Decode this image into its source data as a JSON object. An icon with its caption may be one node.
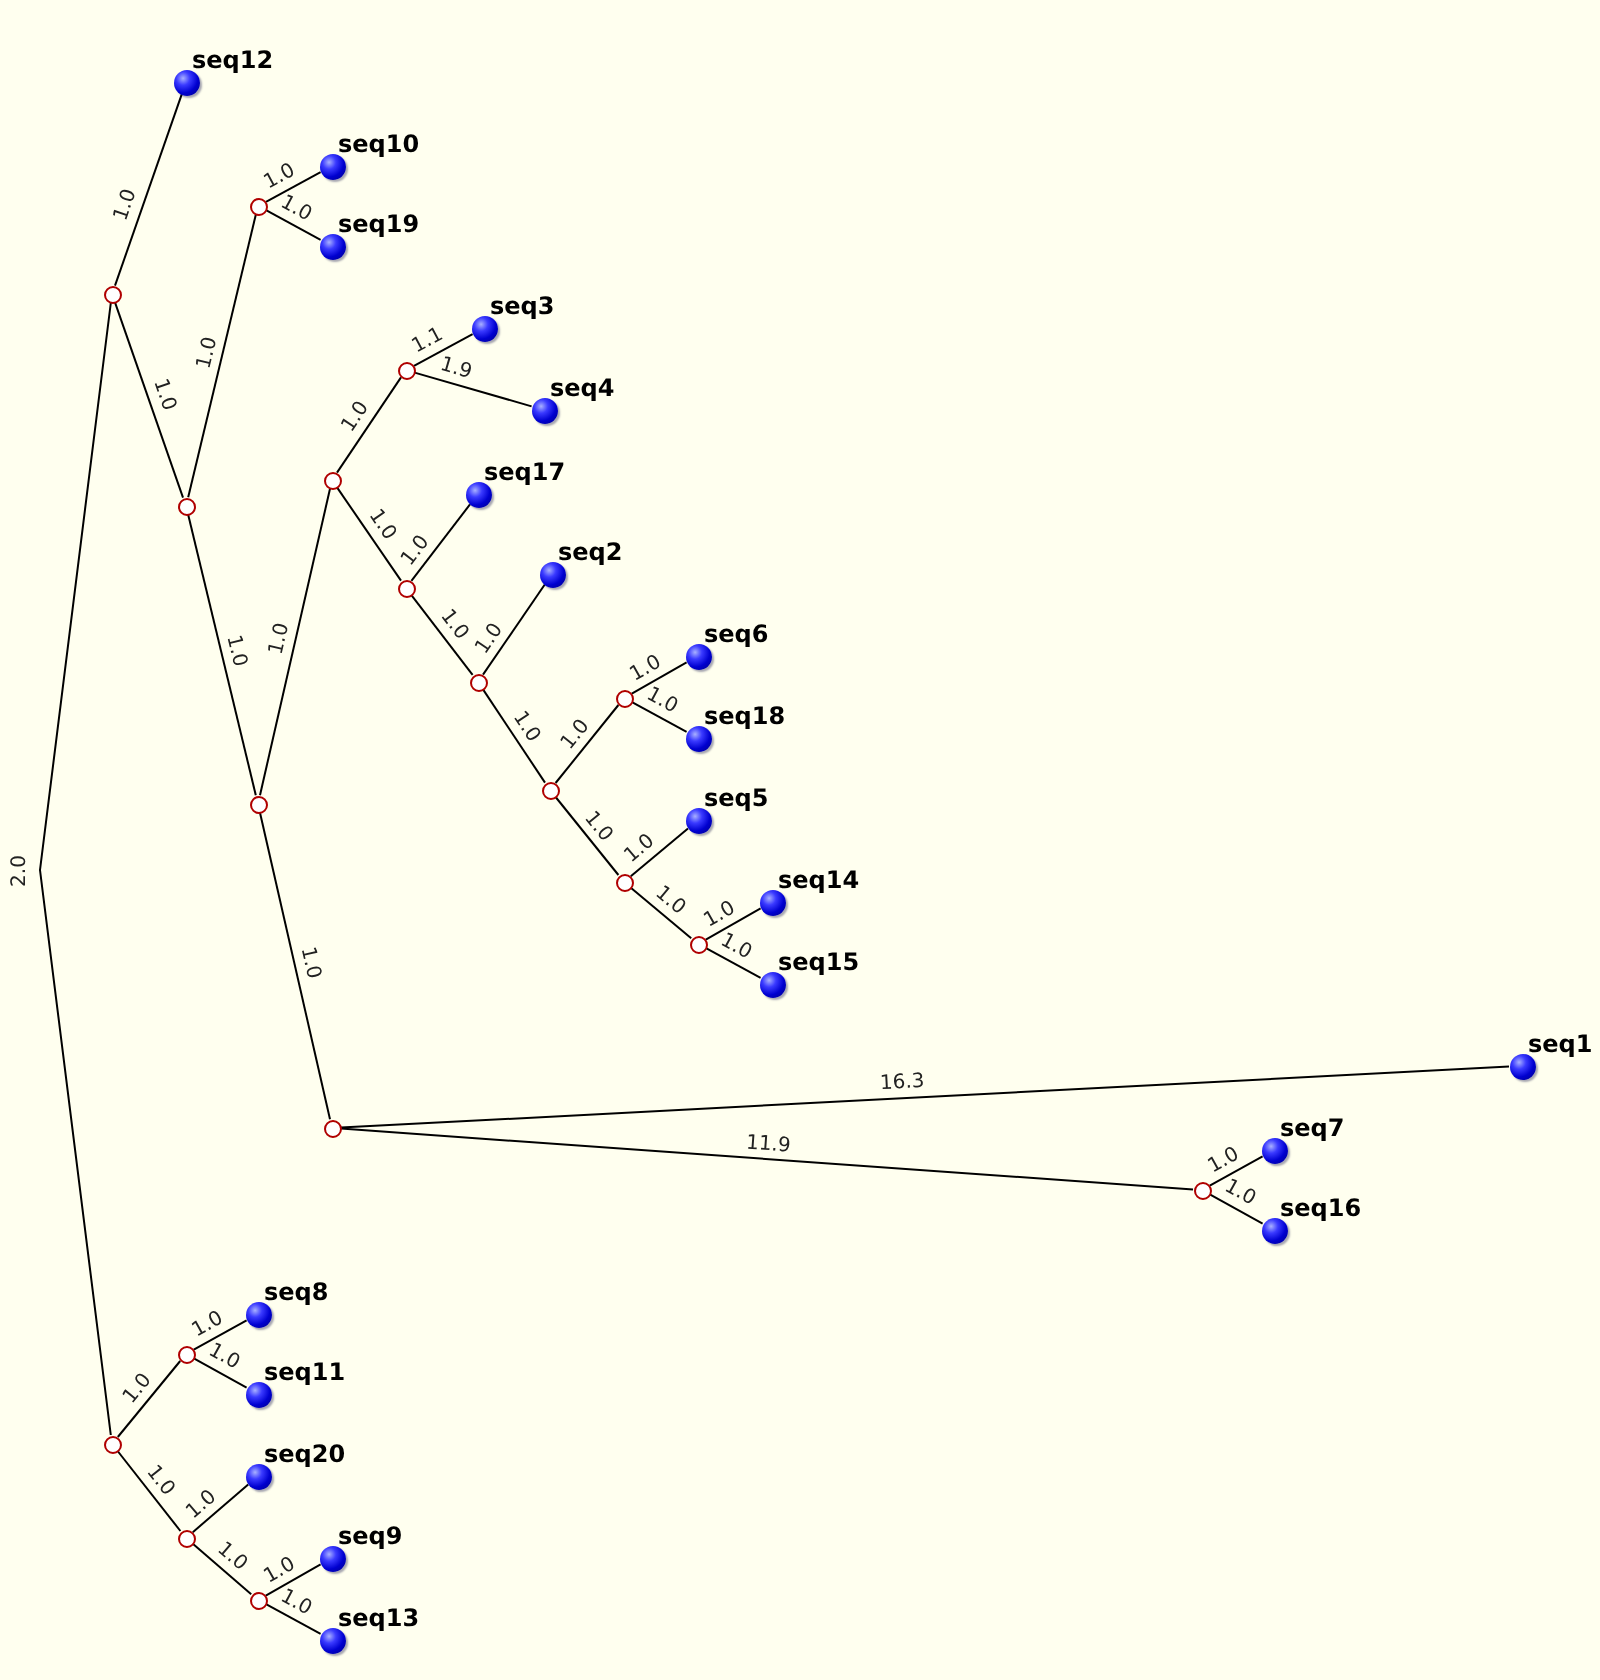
{
  "diagram": {
    "nodes": [
      {
        "text": [],
        "shape": "circle"
      },
      {
        "text": [],
        "shape": "dot",
        "beside": [
          "seq12"
        ]
      },
      {
        "text": [],
        "shape": "circle"
      },
      {
        "text": [],
        "shape": "circle"
      },
      {
        "text": [],
        "shape": "dot",
        "beside": [
          "seq10"
        ]
      },
      {
        "text": [],
        "shape": "dot",
        "beside": [
          "seq19"
        ]
      },
      {
        "text": [],
        "shape": "circle"
      },
      {
        "text": [],
        "shape": "circle"
      },
      {
        "text": [],
        "shape": "circle"
      },
      {
        "text": [],
        "shape": "dot",
        "beside": [
          "seq3"
        ]
      },
      {
        "text": [],
        "shape": "dot",
        "beside": [
          "seq4"
        ]
      },
      {
        "text": [],
        "shape": "circle"
      },
      {
        "text": [],
        "shape": "dot",
        "beside": [
          "seq17"
        ]
      },
      {
        "text": [],
        "shape": "circle"
      },
      {
        "text": [],
        "shape": "dot",
        "beside": [
          "seq2"
        ]
      },
      {
        "text": [],
        "shape": "circle"
      },
      {
        "text": [],
        "shape": "circle"
      },
      {
        "text": [],
        "shape": "dot",
        "beside": [
          "seq6"
        ]
      },
      {
        "text": [],
        "shape": "dot",
        "beside": [
          "seq18"
        ]
      },
      {
        "text": [],
        "shape": "circle"
      },
      {
        "text": [],
        "shape": "dot",
        "beside": [
          "seq5"
        ]
      },
      {
        "text": [],
        "shape": "circle"
      },
      {
        "text": [],
        "shape": "dot",
        "beside": [
          "seq14"
        ]
      },
      {
        "text": [],
        "shape": "dot",
        "beside": [
          "seq15"
        ]
      },
      {
        "text": [],
        "shape": "circle"
      },
      {
        "text": [],
        "shape": "dot",
        "beside": [
          "seq1"
        ]
      },
      {
        "text": [],
        "shape": "circle"
      },
      {
        "text": [],
        "shape": "dot",
        "beside": [
          "seq7"
        ]
      },
      {
        "text": [],
        "shape": "dot",
        "beside": [
          "seq16"
        ]
      },
      {
        "text": [],
        "shape": "circle"
      },
      {
        "text": [],
        "shape": "circle"
      },
      {
        "text": [],
        "shape": "dot",
        "beside": [
          "seq8"
        ]
      },
      {
        "text": [],
        "shape": "dot",
        "beside": [
          "seq11"
        ]
      },
      {
        "text": [],
        "shape": "circle"
      },
      {
        "text": [],
        "shape": "dot",
        "beside": [
          "seq20"
        ]
      },
      {
        "text": [],
        "shape": "circle"
      },
      {
        "text": [],
        "shape": "dot",
        "beside": [
          "seq9"
        ]
      },
      {
        "text": [],
        "shape": "dot",
        "beside": [
          "seq13"
        ]
      }
    ],
    "edges": [
      {
        "from": 0,
        "to": 1,
        "arrow": "none",
        "label": "1.0"
      },
      {
        "from": 0,
        "to": 2,
        "arrow": "none",
        "label": "1.0"
      },
      {
        "from": 2,
        "to": 3,
        "arrow": "none",
        "label": "1.0"
      },
      {
        "from": 3,
        "to": 4,
        "arrow": "none",
        "label": "1.0"
      },
      {
        "from": 3,
        "to": 5,
        "arrow": "none",
        "label": "1.0"
      },
      {
        "from": 2,
        "to": 6,
        "arrow": "none",
        "label": "1.0"
      },
      {
        "from": 6,
        "to": 7,
        "arrow": "none",
        "label": "1.0"
      },
      {
        "from": 7,
        "to": 8,
        "arrow": "none",
        "label": "1.0"
      },
      {
        "from": 8,
        "to": 9,
        "arrow": "none",
        "label": "1.1"
      },
      {
        "from": 8,
        "to": 10,
        "arrow": "none",
        "label": "1.9"
      },
      {
        "from": 7,
        "to": 11,
        "arrow": "none",
        "label": "1.0"
      },
      {
        "from": 11,
        "to": 12,
        "arrow": "none",
        "label": "1.0"
      },
      {
        "from": 11,
        "to": 13,
        "arrow": "none",
        "label": "1.0"
      },
      {
        "from": 13,
        "to": 14,
        "arrow": "none",
        "label": "1.0"
      },
      {
        "from": 13,
        "to": 15,
        "arrow": "none",
        "label": "1.0"
      },
      {
        "from": 15,
        "to": 16,
        "arrow": "none",
        "label": "1.0"
      },
      {
        "from": 16,
        "to": 17,
        "arrow": "none",
        "label": "1.0"
      },
      {
        "from": 16,
        "to": 18,
        "arrow": "none",
        "label": "1.0"
      },
      {
        "from": 15,
        "to": 19,
        "arrow": "none",
        "label": "1.0"
      },
      {
        "from": 19,
        "to": 20,
        "arrow": "none",
        "label": "1.0"
      },
      {
        "from": 19,
        "to": 21,
        "arrow": "none",
        "label": "1.0"
      },
      {
        "from": 21,
        "to": 22,
        "arrow": "none",
        "label": "1.0"
      },
      {
        "from": 21,
        "to": 23,
        "arrow": "none",
        "label": "1.0"
      },
      {
        "from": 6,
        "to": 24,
        "arrow": "none",
        "label": "1.0"
      },
      {
        "from": 24,
        "to": 25,
        "arrow": "none",
        "label": "16.3"
      },
      {
        "from": 24,
        "to": 26,
        "arrow": "none",
        "label": "11.9"
      },
      {
        "from": 26,
        "to": 27,
        "arrow": "none",
        "label": "1.0"
      },
      {
        "from": 26,
        "to": 28,
        "arrow": "none",
        "label": "1.0"
      },
      {
        "from": 0,
        "to": 29,
        "arrow": "none",
        "label": "2.0"
      },
      {
        "from": 29,
        "to": 30,
        "arrow": "none",
        "label": "1.0"
      },
      {
        "from": 30,
        "to": 31,
        "arrow": "none",
        "label": "1.0"
      },
      {
        "from": 30,
        "to": 32,
        "arrow": "none",
        "label": "1.0"
      },
      {
        "from": 29,
        "to": 33,
        "arrow": "none",
        "label": "1.0"
      },
      {
        "from": 33,
        "to": 34,
        "arrow": "none",
        "label": "1.0"
      },
      {
        "from": 33,
        "to": 35,
        "arrow": "none",
        "label": "1.0"
      },
      {
        "from": 35,
        "to": 36,
        "arrow": "none",
        "label": "1.0"
      },
      {
        "from": 35,
        "to": 37,
        "arrow": "none",
        "label": "1.0"
      }
    ]
  }
}
